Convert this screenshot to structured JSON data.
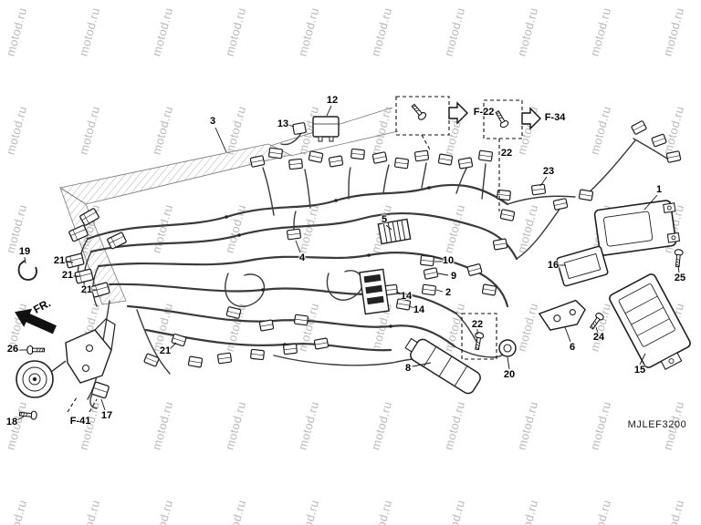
{
  "watermark": {
    "text": "motod.ru",
    "color": "#b4b4b4"
  },
  "diagram": {
    "code": "MJLEF3200",
    "front_marker": "FR.",
    "references": [
      {
        "id": "f22",
        "label": "F-22"
      },
      {
        "id": "f34",
        "label": "F-34"
      },
      {
        "id": "f41",
        "label": "F-41"
      }
    ],
    "callouts": [
      "1",
      "2",
      "3",
      "4",
      "5",
      "6",
      "8",
      "9",
      "10",
      "12",
      "13",
      "14",
      "14",
      "15",
      "16",
      "17",
      "18",
      "19",
      "20",
      "21",
      "21",
      "21",
      "21",
      "22",
      "22",
      "23",
      "24",
      "25",
      "26"
    ]
  }
}
